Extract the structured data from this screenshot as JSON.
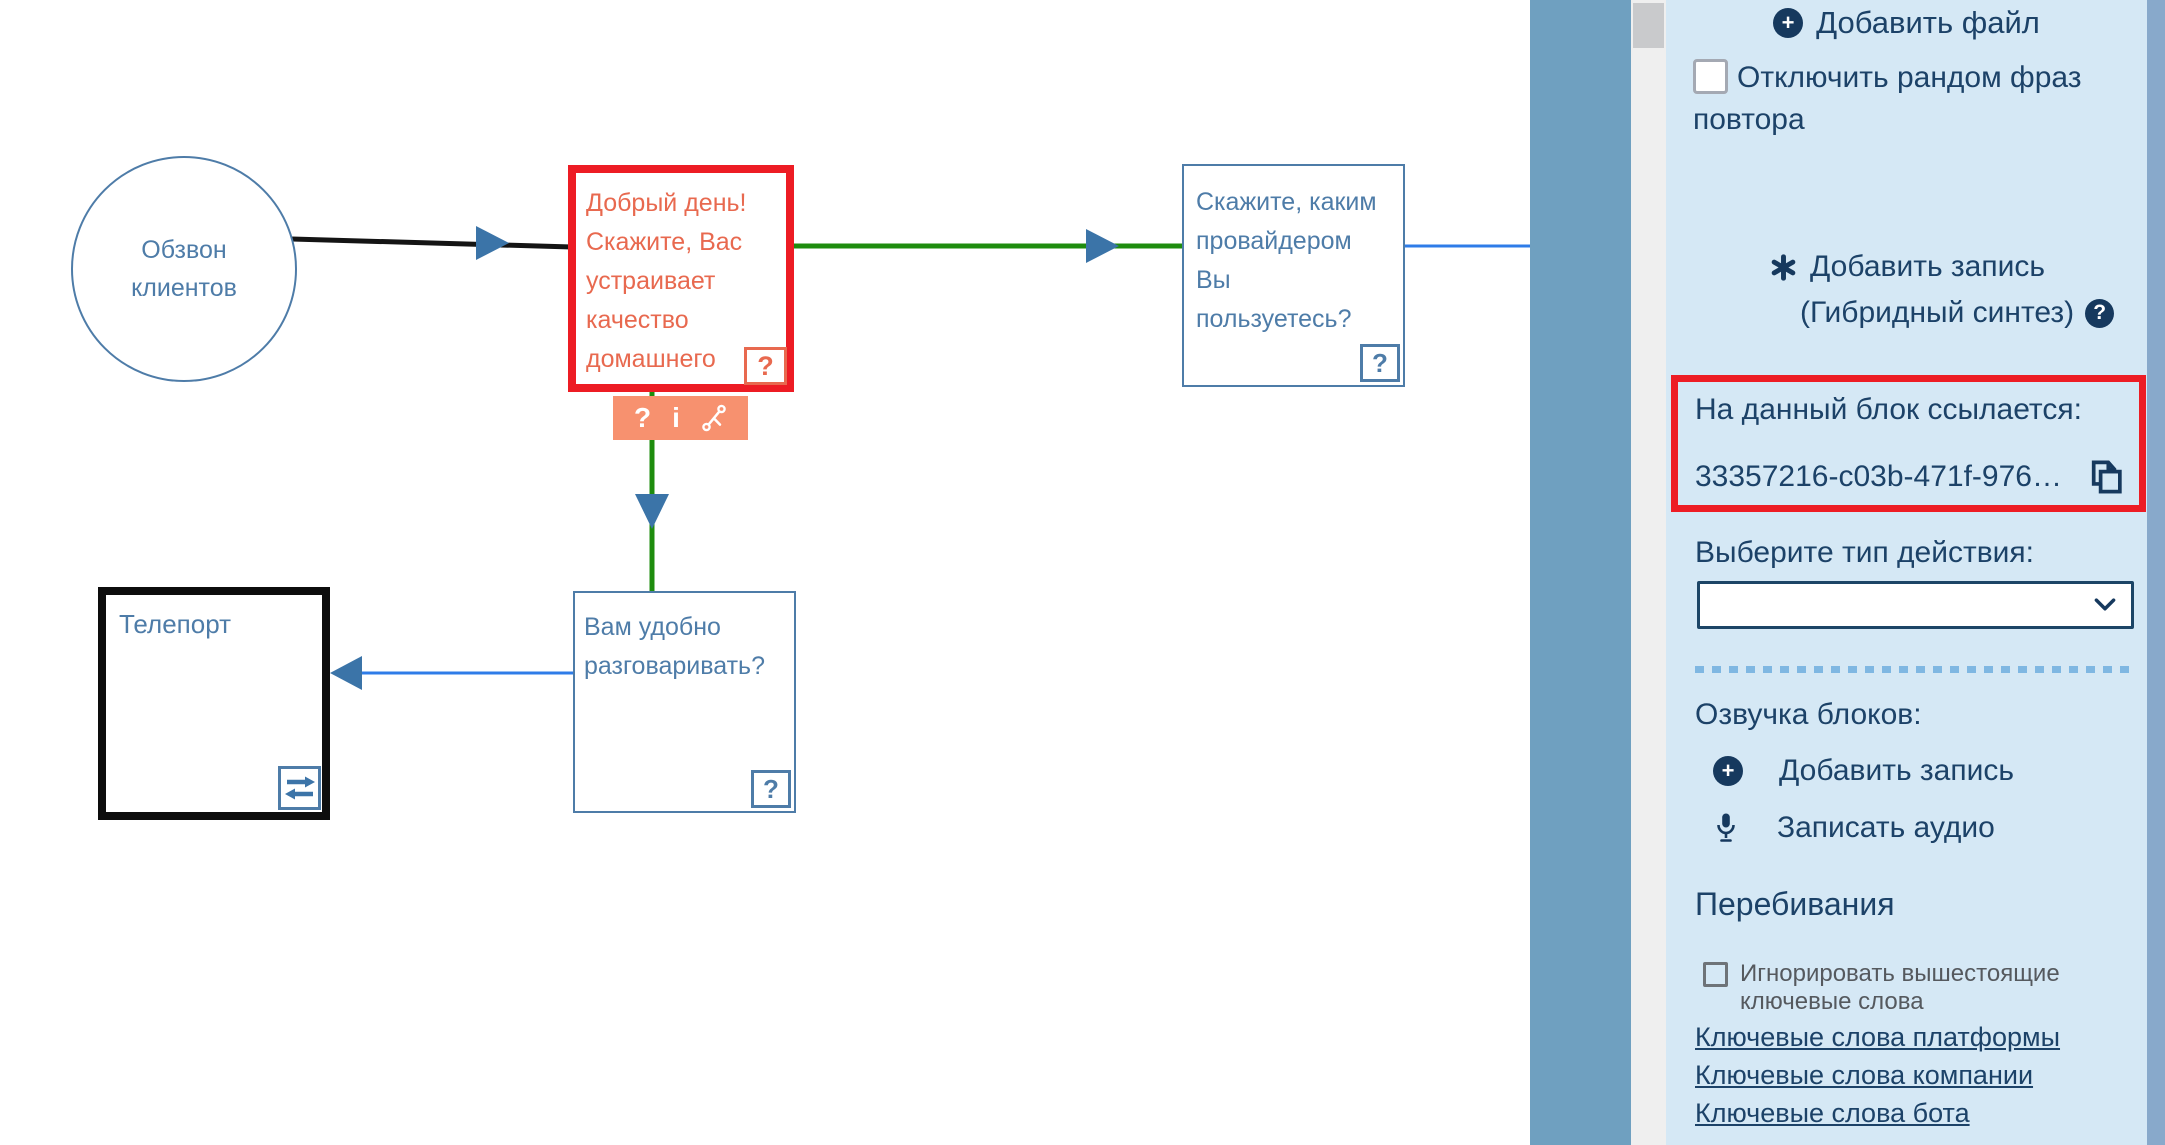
{
  "icons": {
    "question_mark": "?",
    "info": "i",
    "plus": "+"
  },
  "canvas": {
    "nodes": {
      "start": {
        "label": "Обзвон\nклиентов"
      },
      "greeting": {
        "text": "Добрый день!\nСкажите, Вас\nустраивает\nкачество\nдомашнего",
        "badge": "?"
      },
      "provider": {
        "text": "Скажите, каким\nпровайдером\nВы\nпользуетесь?",
        "badge": "?"
      },
      "convenient": {
        "text": "Вам удобно\nразговаривать?",
        "badge": "?"
      },
      "teleport": {
        "label": "Телепорт"
      }
    }
  },
  "sidebar": {
    "add_file": "Добавить файл",
    "disable_random": "Отключить рандом фраз повтора",
    "add_record_hybrid_line1": "Добавить запись",
    "add_record_hybrid_line2": "(Гибридный синтез)",
    "referenced_block": {
      "label": "На данный блок ссылается:",
      "id": "33357216-c03b-471f-976…"
    },
    "action_type_label": "Выберите тип действия:",
    "action_type_value": "",
    "voiceover_heading": "Озвучка блоков:",
    "add_record": "Добавить запись",
    "record_audio": "Записать аудио",
    "interruptions_heading": "Перебивания",
    "ignore_keywords": "Игнорировать вышестоящие ключевые слова",
    "links": [
      "Ключевые слова платформы",
      "Ключевые слова компании",
      "Ключевые слова бота"
    ]
  },
  "colors": {
    "node_blue": "#4e7ca8",
    "alert_red": "#ed1c24",
    "greeting_text": "#e8694f",
    "toolbar_salmon": "#f7916f",
    "edge_green": "#1e8c0e",
    "edge_blue": "#2e7ce8",
    "edge_black": "#141414",
    "arrowhead_steel": "#3b74a8",
    "sidebar_bg": "#d5e8f5",
    "sidebar_navy": "#1c4268",
    "divider_bar": "#6fa0c0"
  }
}
